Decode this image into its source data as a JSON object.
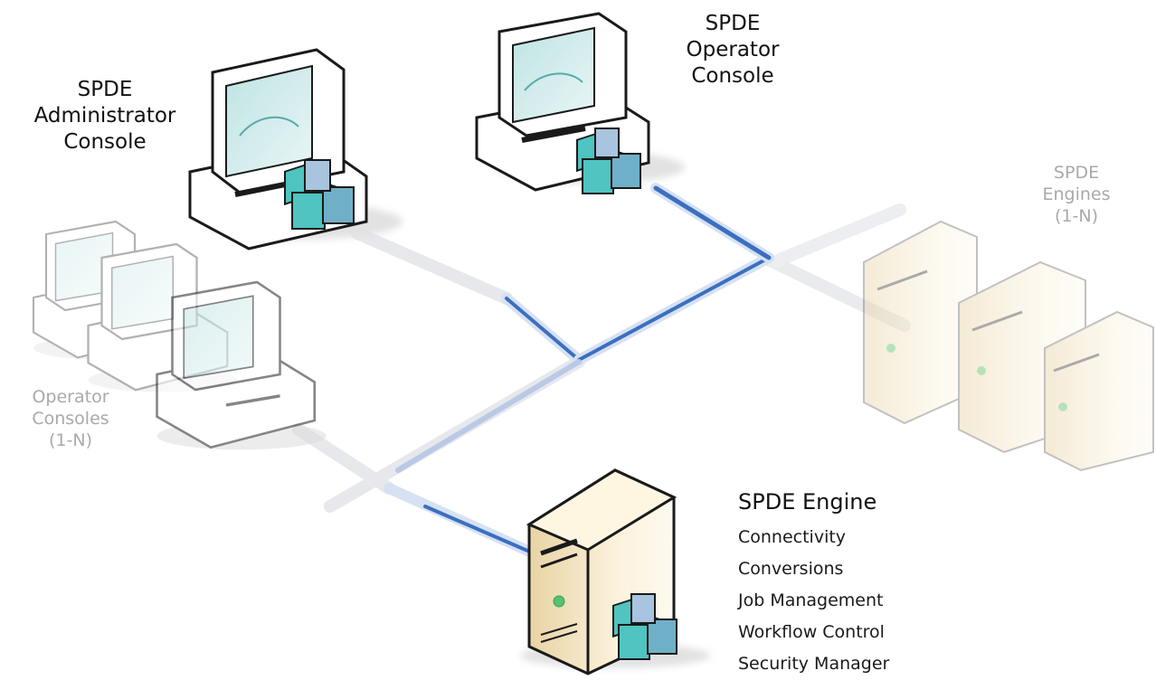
{
  "labels": {
    "admin_console": [
      "SPDE",
      "Administrator",
      "Console"
    ],
    "operator_console": [
      "SPDE",
      "Operator",
      "Console"
    ],
    "engines": [
      "SPDE",
      "Engines",
      "(1-N)"
    ],
    "operator_consoles": [
      "Operator",
      "Consoles",
      "(1-N)"
    ]
  },
  "engine": {
    "title": "SPDE Engine",
    "features": [
      "Connectivity",
      "Conversions",
      "Job Management",
      "Workflow Control",
      "Security Manager"
    ]
  },
  "colors": {
    "link_active": "#3b6fc0",
    "link_inactive": "#e6e8ec",
    "server_body": "#f3e6c8",
    "module_teal": "#4fc4c0",
    "module_blue": "#8fb4d6",
    "faded_text": "#a9a9a9"
  }
}
